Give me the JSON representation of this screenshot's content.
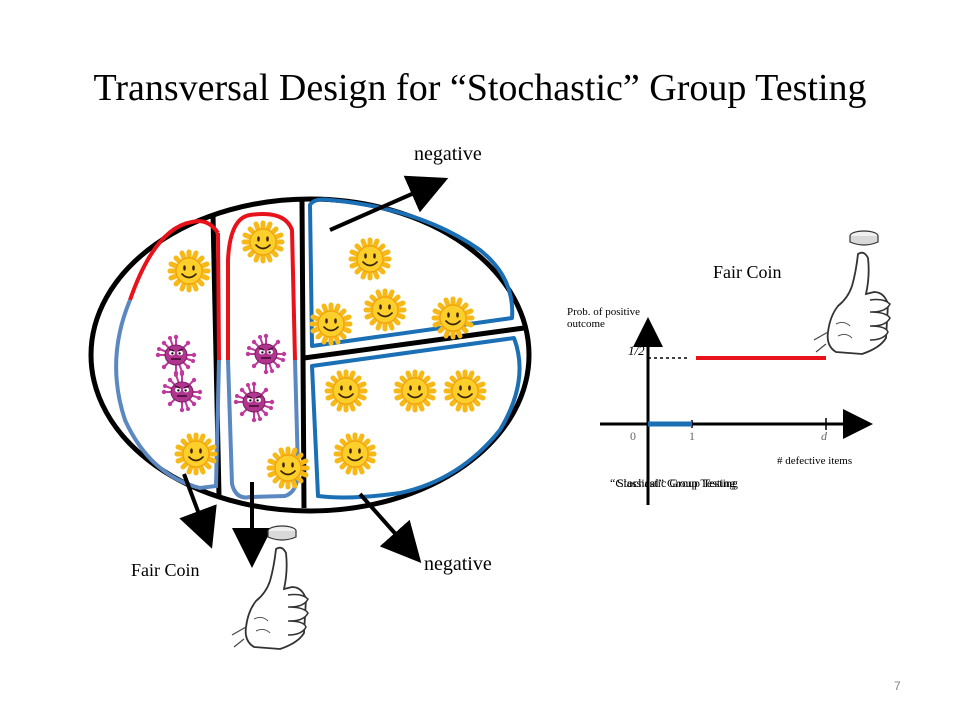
{
  "title": "Transversal Design for “Stochastic” Group Testing",
  "labels": {
    "negative_top": "negative",
    "negative_bottom": "negative",
    "fair_coin_left": "Fair Coin",
    "fair_coin_right": "Fair Coin"
  },
  "graph": {
    "ylabel_line1": "Prob. of positive",
    "ylabel_line2": "outcome",
    "xlabel": "# defective items",
    "y_tick": "1/2",
    "x_ticks": [
      "0",
      "1",
      "d"
    ],
    "overlap_text_a": "“Classical” Group Testing",
    "overlap_text_b": "Stochastic Group Testing"
  },
  "page_number": "7",
  "colors": {
    "red": "#e8131a",
    "blue": "#1b6fb5",
    "lightblue": "#5b88c0",
    "sun": "#f6b918",
    "virus": "#c03a9e"
  }
}
